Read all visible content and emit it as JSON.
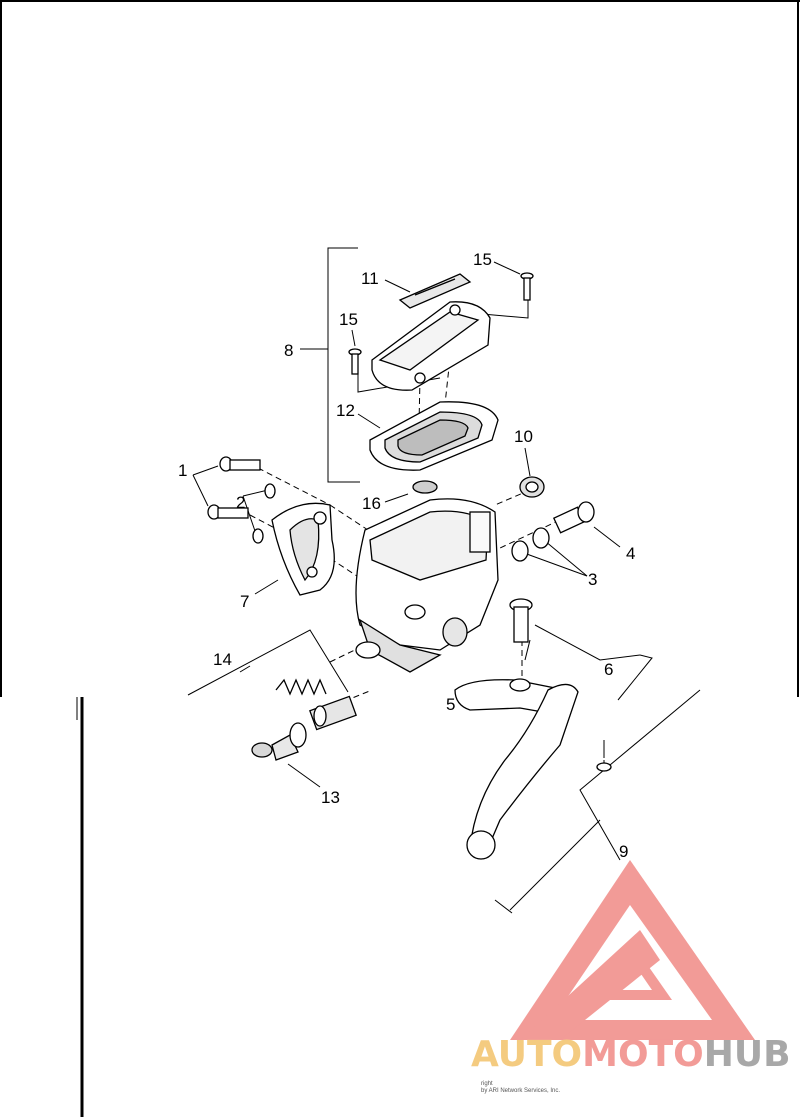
{
  "callouts": [
    "1",
    "2",
    "3",
    "4",
    "5",
    "6",
    "7",
    "8",
    "9",
    "10",
    "11",
    "12",
    "13",
    "14",
    "15",
    "15",
    "16"
  ],
  "copyright": {
    "line1": "right",
    "line2": "by ARI Network Services, Inc."
  },
  "logo": {
    "word_auto": "AUTO",
    "word_moto": "MOTO",
    "word_hub": "HUB",
    "colors": {
      "auto": "#f3c26b",
      "moto": "#f08a86",
      "hub": "#9a9a9a",
      "triangle": "#f07b7b"
    }
  }
}
